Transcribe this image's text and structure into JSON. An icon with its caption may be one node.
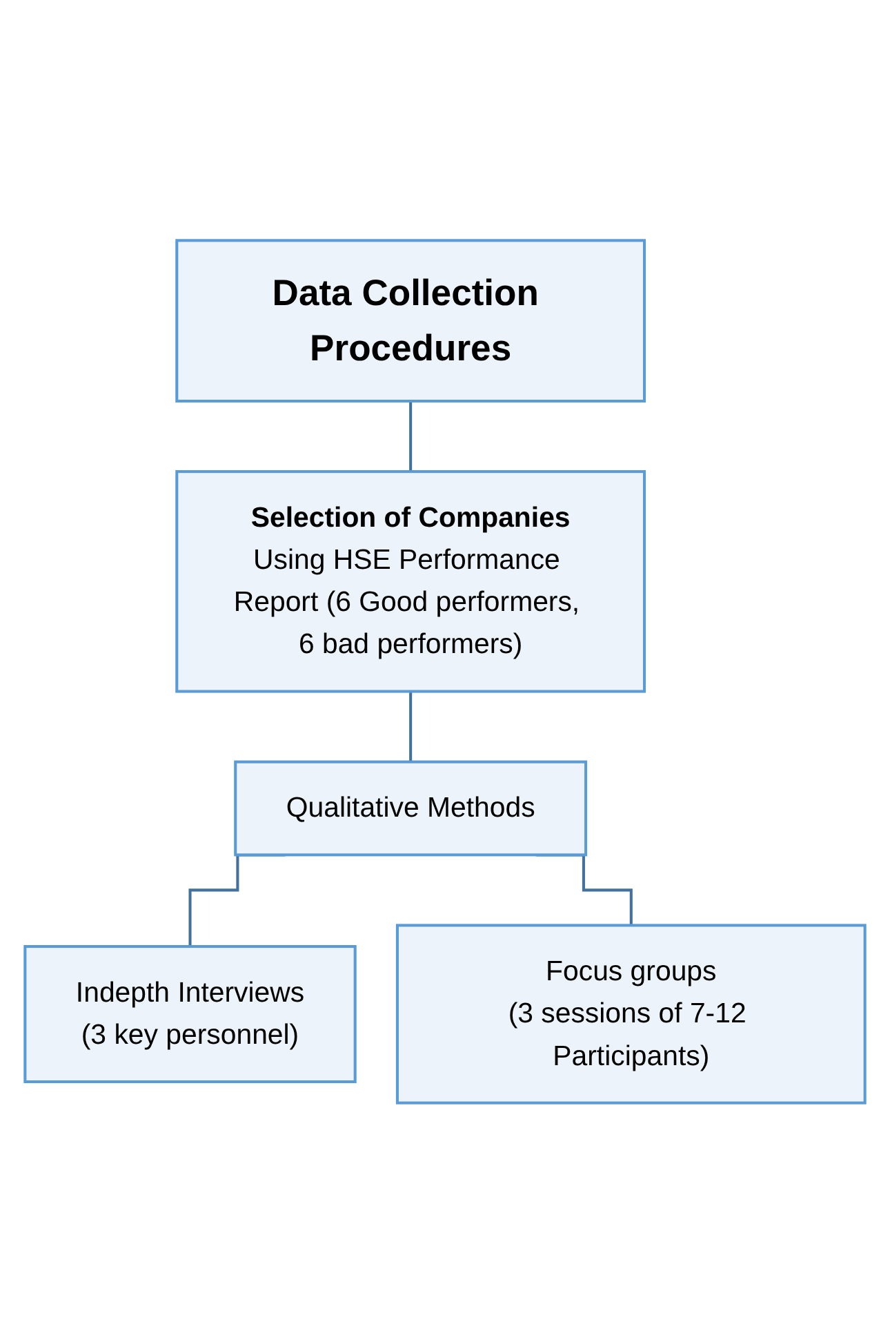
{
  "diagram": {
    "nodes": [
      {
        "text": [
          "Data Collection Procedures"
        ]
      },
      {
        "text": [
          "Selection of Companies",
          "Using HSE Performance Report (6 Good performers, 6 bad performers)"
        ]
      },
      {
        "text": [
          "Qualitative Methods"
        ]
      },
      {
        "text": [
          "Indepth Interviews",
          "(3 key personnel)"
        ]
      },
      {
        "text": [
          "Focus groups",
          "(3 sessions of 7-12 Participants)"
        ]
      }
    ],
    "edges": [
      {
        "from": 0,
        "to": 1,
        "arrow": "none"
      },
      {
        "from": 1,
        "to": 2,
        "arrow": "none"
      },
      {
        "from": 2,
        "to": 3,
        "arrow": "none"
      },
      {
        "from": 2,
        "to": 4,
        "arrow": "none"
      }
    ]
  }
}
